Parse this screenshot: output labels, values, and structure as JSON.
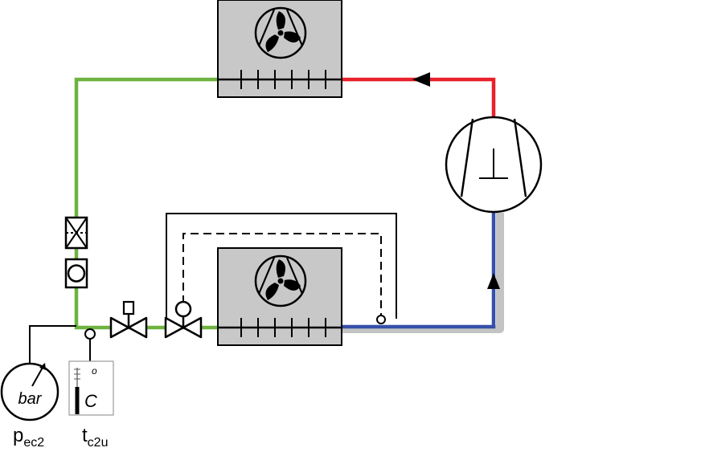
{
  "colors": {
    "liquid_line": "#6db33f",
    "discharge_line": "#e8212a",
    "suction_line": "#3550a8",
    "suction_shadow": "#c4c4c4",
    "unit_fill": "#c8c8c8",
    "line_black": "#000000"
  },
  "icons": {
    "condenser_fan": "fan-icon",
    "evaporator_fan": "fan-icon",
    "compressor": "compressor-icon",
    "filter_drier": "filter-drier-icon",
    "sight_glass": "sight-glass-icon",
    "solenoid_valve": "solenoid-valve-icon",
    "expansion_valve": "expansion-valve-icon",
    "pressure_gauge": "pressure-gauge-icon",
    "thermometer": "thermometer-icon"
  },
  "gauge": {
    "unit": "bar"
  },
  "thermometer": {
    "unit_symbol": "C",
    "degree": "o"
  },
  "labels": {
    "pressure": {
      "main": "p",
      "sub": "ec2"
    },
    "temperature": {
      "main": "t",
      "sub": "c2u"
    }
  }
}
